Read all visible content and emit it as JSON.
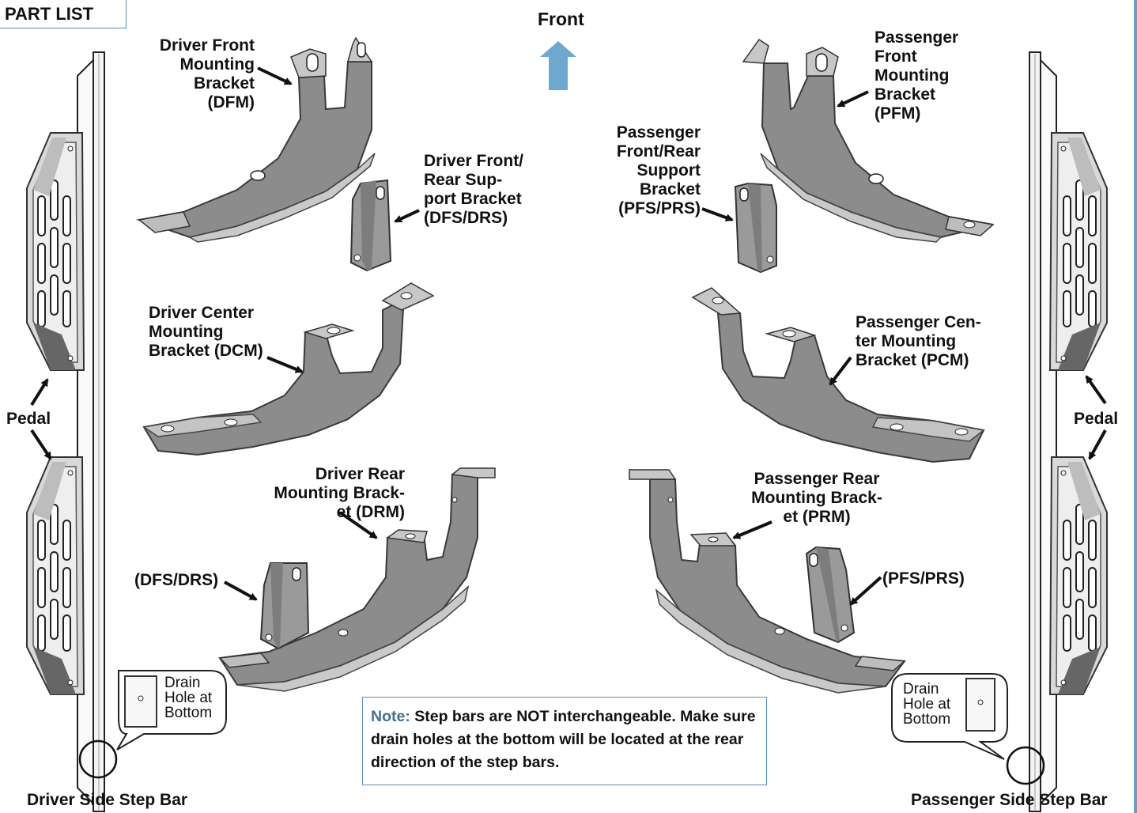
{
  "header": {
    "part_list": "PART LIST"
  },
  "front_label": "Front",
  "brackets": {
    "dfm": "Driver Front\nMounting\nBracket\n(DFM)",
    "dfs_drs": "Driver Front/\nRear Sup-\nport Bracket\n(DFS/DRS)",
    "dcm": "Driver Center\nMounting\nBracket (DCM)",
    "drm": "Driver Rear\nMounting Brack-\net (DRM)",
    "dfs_drs_short": "(DFS/DRS)",
    "pfm": "Passenger\nFront\n Mounting\nBracket\n(PFM)",
    "pfs_prs": "Passenger\nFront/Rear\nSupport\nBracket\n(PFS/PRS)",
    "pcm": "Passenger Cen-\nter Mounting\nBracket (PCM)",
    "prm": "Passenger Rear\nMounting Brack-\net (PRM)",
    "pfs_prs_short": "(PFS/PRS)"
  },
  "pedal_left": "Pedal",
  "pedal_right": "Pedal",
  "drain_left": "Drain\nHole at\nBottom",
  "drain_right": "Drain\nHole at\nBottom",
  "note": {
    "prefix": "Note:",
    "text": " Step bars are NOT interchangeable. Make sure drain holes at the bottom will be located at the rear direction of the step bars."
  },
  "driver_caption": "Driver Side Step Bar",
  "passenger_caption": "Passenger Side Step Bar",
  "colors": {
    "bracket_fill": "#8c8c8c",
    "bracket_light": "#c4c4c4",
    "arrow_blue": "#6fa8cf",
    "border_blue": "#5b8db8"
  }
}
